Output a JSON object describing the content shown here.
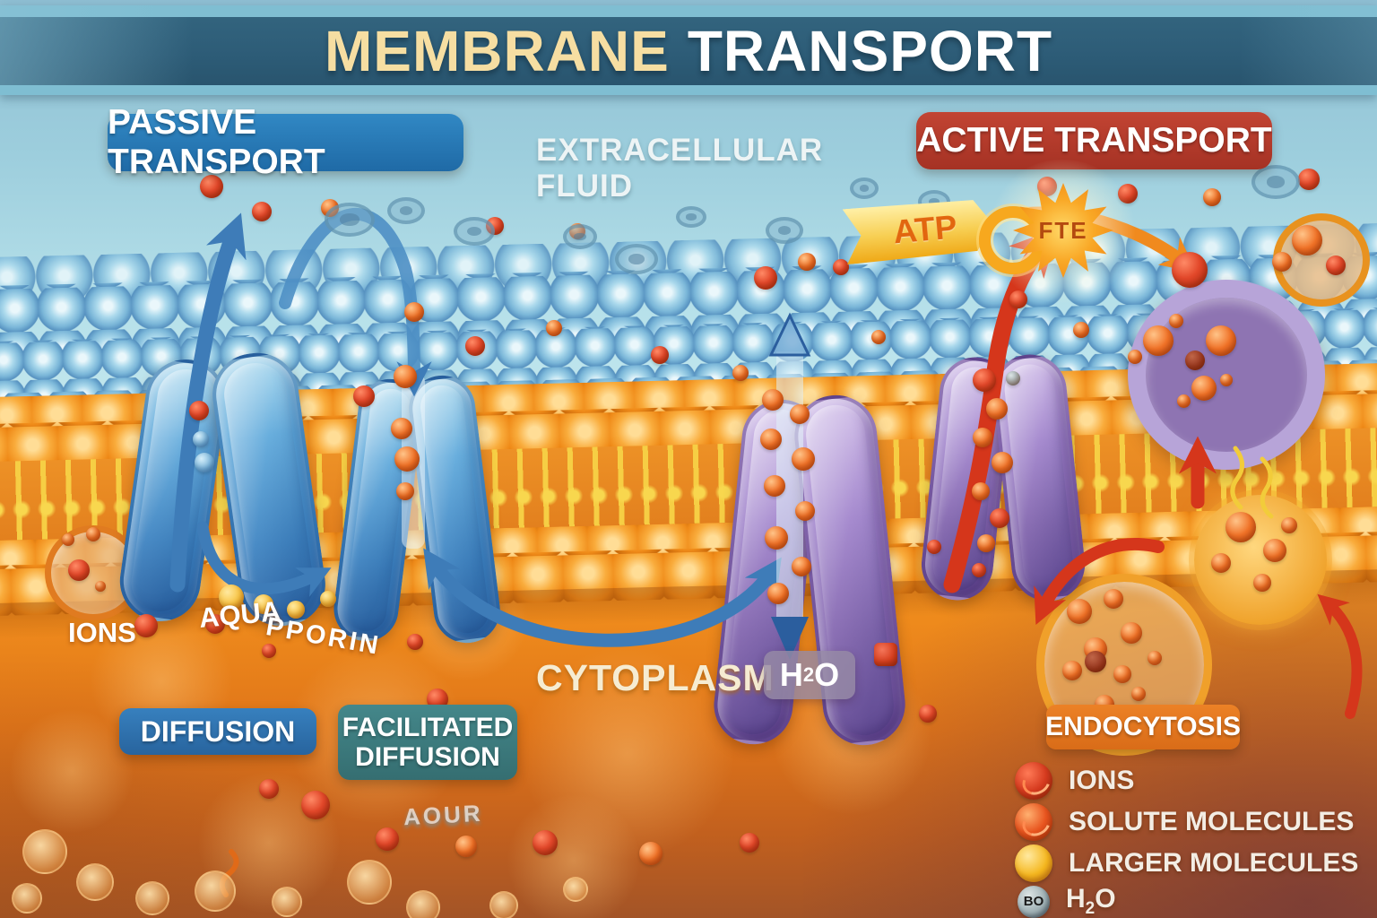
{
  "poster": {
    "title_word1": "MEMBRANE",
    "title_word2": "TRANSPORT"
  },
  "sections": {
    "passive_transport": "PASSIVE TRANSPORT",
    "active_transport": "ACTIVE TRANSPORT",
    "extracellular_fluid": "EXTRACELLULAR FLUID",
    "cytoplasm": "CYTOPLASM"
  },
  "processes": {
    "diffusion": "DIFFUSION",
    "facilitated_diffusion_line1": "FACILITATED",
    "facilitated_diffusion_line2": "DIFFUSION",
    "endocytosis": "ENDOCYTOSIS"
  },
  "annotations": {
    "ions": "IONS",
    "aquaporin_part1": "AQUA",
    "aquaporin_part2": "PPORIN",
    "faint_text": "AOUR",
    "atp": "ATP",
    "atp_burst": "FTE",
    "h2o": {
      "h": "H",
      "sub": "2",
      "o": "O"
    }
  },
  "legend": {
    "items": [
      {
        "name": "ions",
        "label": "IONS"
      },
      {
        "name": "solute-molecules",
        "label": "SOLUTE MOLECULES"
      },
      {
        "name": "larger-molecules",
        "label": "LARGER MOLECULES"
      },
      {
        "name": "water",
        "h": "H",
        "sub": "2",
        "o": "O",
        "icon_text": "BO"
      }
    ]
  },
  "colors": {
    "banner": "#2D5C77",
    "banner_trim": "#7FBED2",
    "title_cream": "#F6DEA2",
    "passive_badge": "#2A7BB8",
    "active_badge": "#B5392A",
    "diffusion_badge": "#2E72AE",
    "facilitated_badge": "#3C7B7E",
    "endocytosis_badge": "#E0761F",
    "h2o_badge": "#968AA5",
    "arrow_blue": "#3E7CB8",
    "arrow_red": "#D5361B",
    "arrow_orange": "#F08A1E",
    "lipid_head": "#F1941F",
    "lipid_tail": "#F6CE44",
    "extracellular_bubbles": "#7AB6D8",
    "channel_blue": "#5FA9DB",
    "channel_purple": "#8E74B2"
  }
}
